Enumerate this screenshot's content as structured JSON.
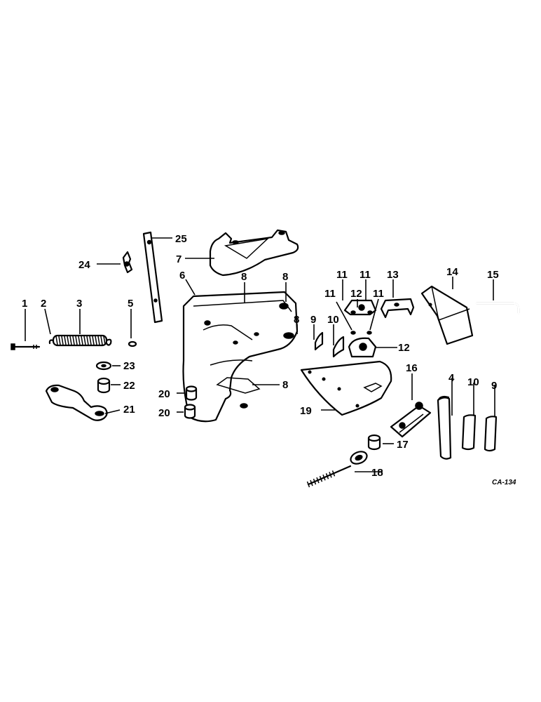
{
  "figure_code": "CA-134",
  "callouts": [
    {
      "id": "c1",
      "label": "1"
    },
    {
      "id": "c2",
      "label": "2"
    },
    {
      "id": "c3",
      "label": "3"
    },
    {
      "id": "c5",
      "label": "5"
    },
    {
      "id": "c23",
      "label": "23"
    },
    {
      "id": "c22",
      "label": "22"
    },
    {
      "id": "c21",
      "label": "21"
    },
    {
      "id": "c24",
      "label": "24"
    },
    {
      "id": "c25",
      "label": "25"
    },
    {
      "id": "c7",
      "label": "7"
    },
    {
      "id": "c6",
      "label": "6"
    },
    {
      "id": "c8a",
      "label": "8"
    },
    {
      "id": "c8b",
      "label": "8"
    },
    {
      "id": "c8c",
      "label": "8"
    },
    {
      "id": "c8d",
      "label": "8"
    },
    {
      "id": "c20a",
      "label": "20"
    },
    {
      "id": "c20b",
      "label": "20"
    },
    {
      "id": "c9a",
      "label": "9"
    },
    {
      "id": "c10a",
      "label": "10"
    },
    {
      "id": "c11a",
      "label": "11"
    },
    {
      "id": "c11b",
      "label": "11"
    },
    {
      "id": "c11c",
      "label": "11"
    },
    {
      "id": "c11d",
      "label": "11"
    },
    {
      "id": "c12a",
      "label": "12"
    },
    {
      "id": "c12b",
      "label": "12"
    },
    {
      "id": "c13",
      "label": "13"
    },
    {
      "id": "c14",
      "label": "14"
    },
    {
      "id": "c15",
      "label": "15"
    },
    {
      "id": "c19",
      "label": "19"
    },
    {
      "id": "c16",
      "label": "16"
    },
    {
      "id": "c17",
      "label": "17"
    },
    {
      "id": "c18",
      "label": "18"
    },
    {
      "id": "c4",
      "label": "4"
    },
    {
      "id": "c10b",
      "label": "10"
    },
    {
      "id": "c9b",
      "label": "9"
    }
  ]
}
